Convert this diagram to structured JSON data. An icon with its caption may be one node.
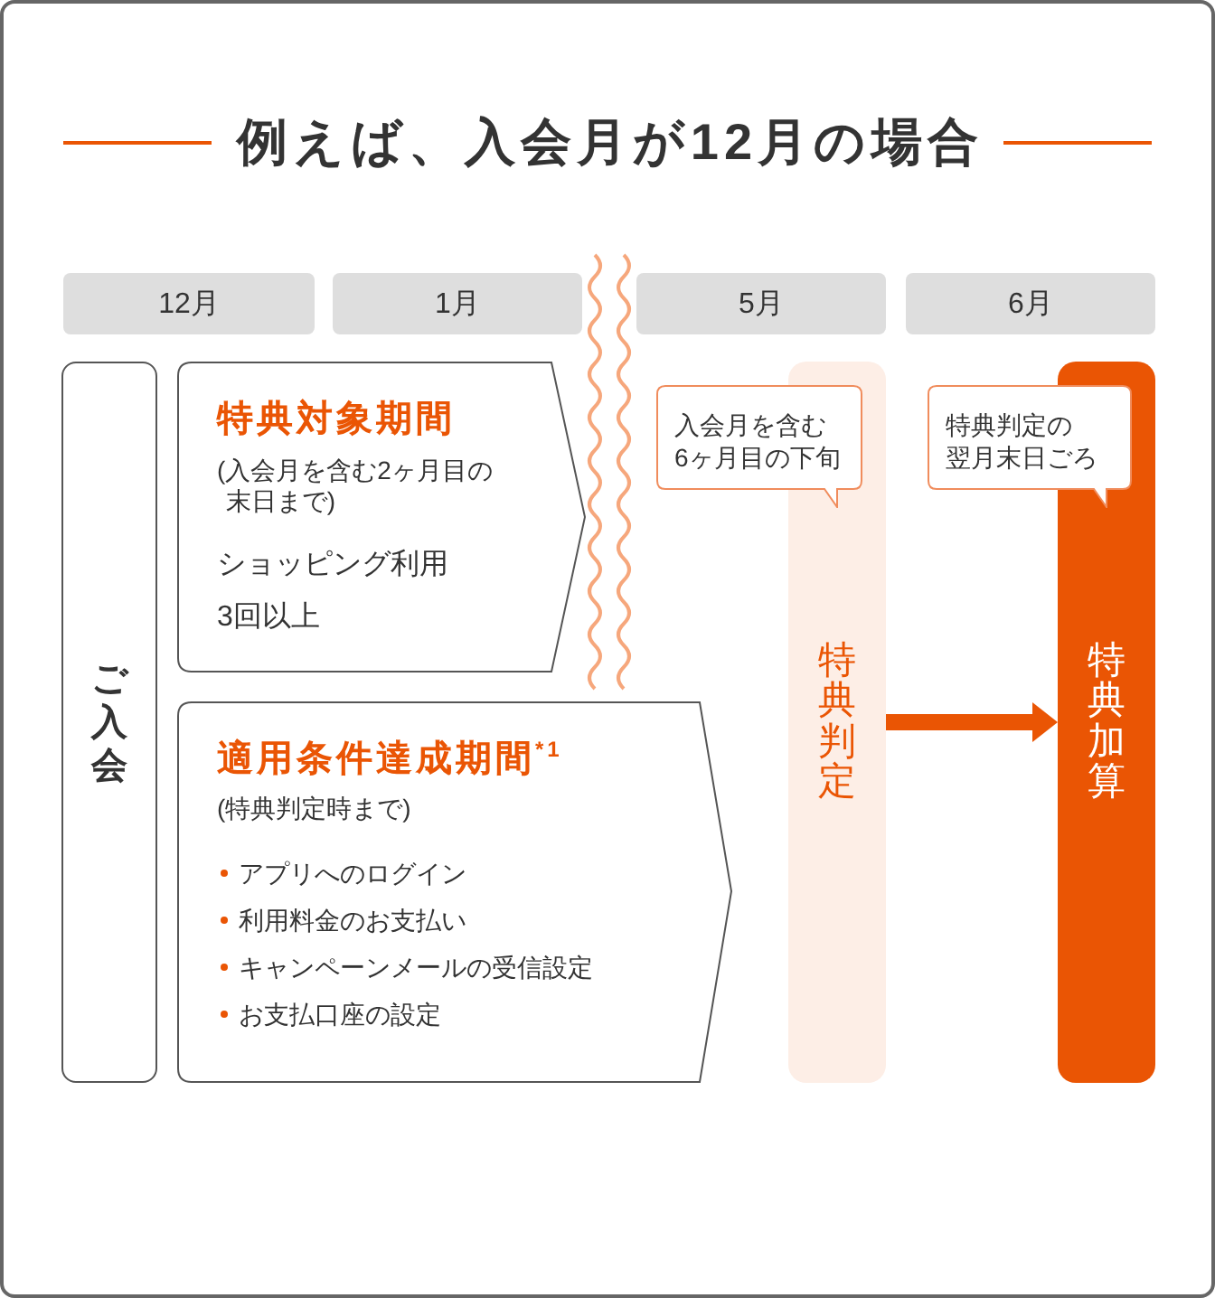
{
  "diagram": {
    "title": "例えば、入会月が12月の場合",
    "nodes": [
      {
        "text": [
          "12月"
        ]
      },
      {
        "text": [
          "1月"
        ]
      },
      {
        "text": [
          "5月"
        ]
      },
      {
        "text": [
          "6月"
        ]
      },
      {
        "text": [
          "ご入会"
        ]
      },
      {
        "text": [
          "特典対象期間",
          "(入会月を含む2ヶ月目の末日まで)",
          "ショッピング利用",
          "3回以上"
        ]
      },
      {
        "text": [
          "適用条件達成期間$^{*1}$",
          "(特典判定時まで)",
          "アプリへのログイン",
          "利用料金のお支払い",
          "キャンペーンメールの受信設定",
          "お支払口座の設定"
        ]
      },
      {
        "text": [
          "入会月を含む6ヶ月目の下旬"
        ]
      },
      {
        "text": [
          "特典判定"
        ]
      },
      {
        "text": [
          "特典判定の翌月末日ごろ"
        ]
      },
      {
        "text": [
          "特典加算"
        ]
      }
    ],
    "edges": [
      {
        "from": 8,
        "to": 10,
        "arrow": "to"
      }
    ]
  }
}
